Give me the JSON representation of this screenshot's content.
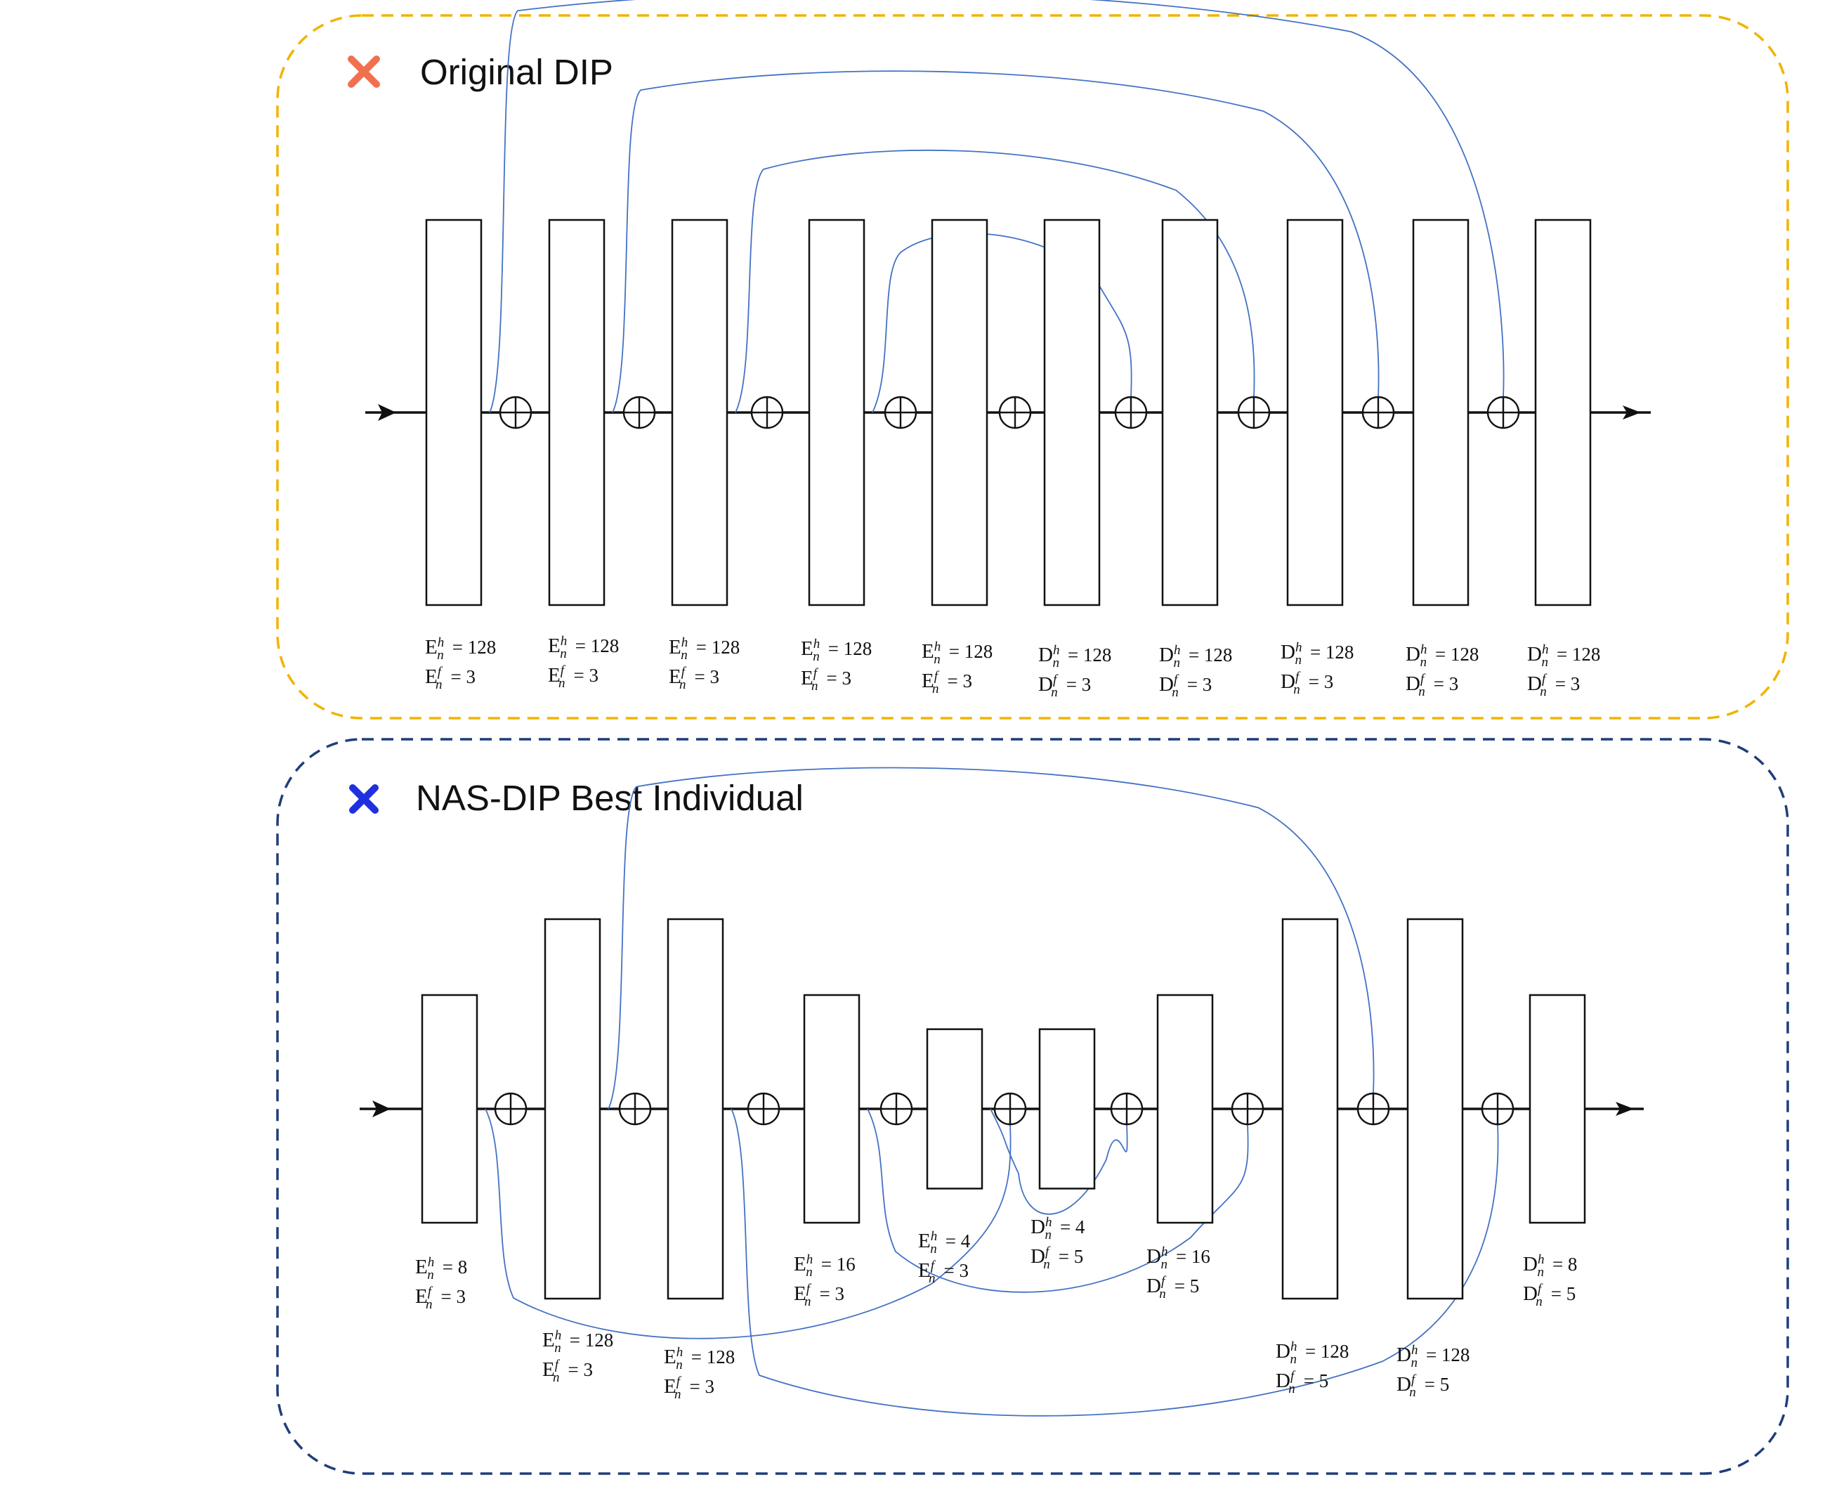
{
  "panels": [
    {
      "title": "Original DIP",
      "marker": {
        "icon": "red-x-icon",
        "color": "#f07050"
      },
      "border_color": "#f0b400",
      "blocks": [
        {
          "kind": "E",
          "h": "128",
          "f": "3",
          "height_level": 1.0
        },
        {
          "kind": "E",
          "h": "128",
          "f": "3",
          "height_level": 1.0
        },
        {
          "kind": "E",
          "h": "128",
          "f": "3",
          "height_level": 1.0
        },
        {
          "kind": "E",
          "h": "128",
          "f": "3",
          "height_level": 1.0
        },
        {
          "kind": "E",
          "h": "128",
          "f": "3",
          "height_level": 1.0
        },
        {
          "kind": "D",
          "h": "128",
          "f": "3",
          "height_level": 1.0
        },
        {
          "kind": "D",
          "h": "128",
          "f": "3",
          "height_level": 1.0
        },
        {
          "kind": "D",
          "h": "128",
          "f": "3",
          "height_level": 1.0
        },
        {
          "kind": "D",
          "h": "128",
          "f": "3",
          "height_level": 1.0
        },
        {
          "kind": "D",
          "h": "128",
          "f": "3",
          "height_level": 1.0
        }
      ],
      "skip_connections": [
        {
          "from_node": 0,
          "to_node": 8,
          "side": "above"
        },
        {
          "from_node": 1,
          "to_node": 7,
          "side": "above"
        },
        {
          "from_node": 2,
          "to_node": 6,
          "side": "above"
        },
        {
          "from_node": 3,
          "to_node": 5,
          "side": "above"
        }
      ]
    },
    {
      "title": "NAS-DIP Best Individual",
      "marker": {
        "icon": "blue-x-icon",
        "color": "#2030e0"
      },
      "border_color": "#1f3d7a",
      "blocks": [
        {
          "kind": "E",
          "h": "8",
          "f": "3",
          "height_level": 0.6
        },
        {
          "kind": "E",
          "h": "128",
          "f": "3",
          "height_level": 1.0
        },
        {
          "kind": "E",
          "h": "128",
          "f": "3",
          "height_level": 1.0
        },
        {
          "kind": "E",
          "h": "16",
          "f": "3",
          "height_level": 0.6
        },
        {
          "kind": "E",
          "h": "4",
          "f": "3",
          "height_level": 0.42
        },
        {
          "kind": "D",
          "h": "4",
          "f": "5",
          "height_level": 0.42
        },
        {
          "kind": "D",
          "h": "16",
          "f": "5",
          "height_level": 0.6
        },
        {
          "kind": "D",
          "h": "128",
          "f": "5",
          "height_level": 1.0
        },
        {
          "kind": "D",
          "h": "128",
          "f": "5",
          "height_level": 1.0
        },
        {
          "kind": "D",
          "h": "8",
          "f": "5",
          "height_level": 0.6
        }
      ],
      "skip_connections": [
        {
          "from_node": 1,
          "to_node": 7,
          "side": "above"
        },
        {
          "from_node": 0,
          "to_node": 4,
          "side": "below"
        },
        {
          "from_node": 2,
          "to_node": 8,
          "side": "below"
        },
        {
          "from_node": 3,
          "to_node": 6,
          "side": "below"
        },
        {
          "from_node": 4,
          "to_node": 5,
          "side": "below"
        }
      ]
    }
  ]
}
